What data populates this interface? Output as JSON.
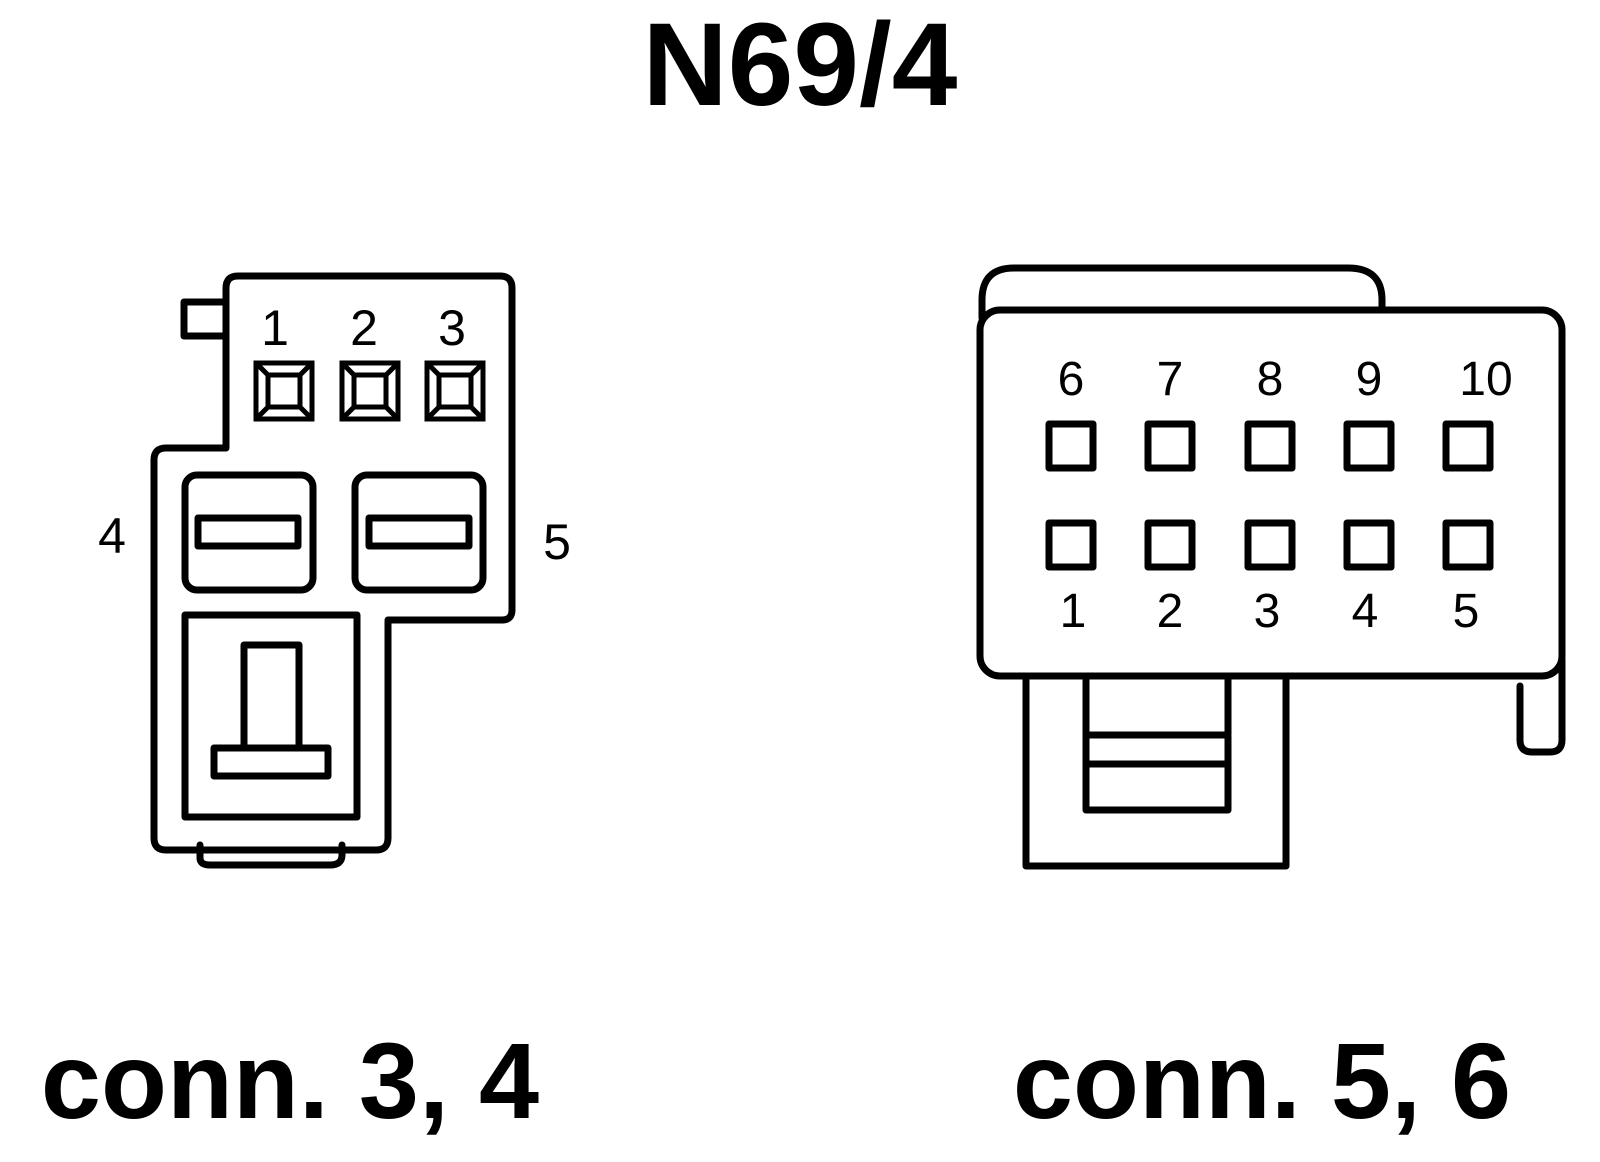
{
  "diagram": {
    "title": "N69/4",
    "left_connector": {
      "caption": "conn. 3, 4",
      "pin_labels": [
        "1",
        "2",
        "3",
        "4",
        "5"
      ]
    },
    "right_connector": {
      "caption": "conn. 5, 6",
      "top_row_labels": [
        "6",
        "7",
        "8",
        "9",
        "10"
      ],
      "bottom_row_labels": [
        "1",
        "2",
        "3",
        "4",
        "5"
      ]
    }
  }
}
